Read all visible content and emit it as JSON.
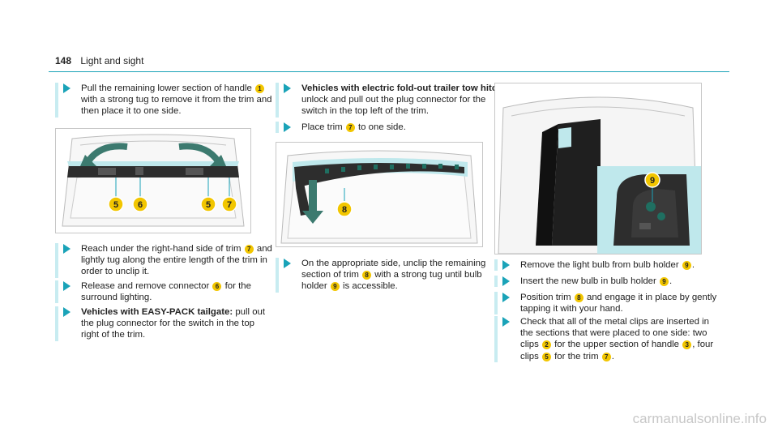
{
  "header": {
    "page_number": "148",
    "section": "Light and sight"
  },
  "steps": {
    "s1": {
      "pre": "Pull the remaining lower section of handle",
      "c1": "1",
      "post": "with a strong tug to remove it from the trim and then place it to one side."
    },
    "s2": {
      "pre": "Reach under the right-hand side of trim",
      "c1": "7",
      "post": "and lightly tug along the entire length of the trim in order to unclip it."
    },
    "s3": {
      "pre": "Release and remove connector",
      "c1": "6",
      "post": "for the surround lighting."
    },
    "s4": {
      "bold": "Vehicles with EASY-PACK tailgate:",
      "post": "pull out the plug connector for the switch in the top right of the trim."
    },
    "s5": {
      "bold": "Vehicles with electric fold-out trailer tow hitch:",
      "post": "unlock and pull out the plug connector for the switch in the top left of the trim."
    },
    "s6": {
      "pre": "Place trim",
      "c1": "7",
      "post": "to one side."
    },
    "s7": {
      "pre": "On the appropriate side, unclip the remaining section of trim",
      "c1": "8",
      "mid": "with a strong tug until bulb holder",
      "c2": "9",
      "post": "is accessible."
    },
    "s8": {
      "pre": "Remove the light bulb from bulb holder",
      "c1": "9",
      "post": "."
    },
    "s9": {
      "pre": "Insert the new bulb in bulb holder",
      "c1": "9",
      "post": "."
    },
    "s10": {
      "pre": "Position trim",
      "c1": "8",
      "post": "and engage it in place by gently tapping it with your hand."
    },
    "s11": {
      "pre": "Check that all of the metal clips are inserted in the sections that were placed to one side: two clips",
      "c1": "2",
      "mid": "for the upper section of handle",
      "c2": "3",
      "mid2": ", four clips",
      "c3": "5",
      "mid3": "for the trim",
      "c4": "7",
      "post": "."
    }
  },
  "figures": {
    "fig1": {
      "callouts": [
        "5",
        "6",
        "5",
        "7"
      ]
    },
    "fig2": {
      "callouts": [
        "8"
      ]
    },
    "fig3": {
      "callouts": [
        "9"
      ]
    }
  },
  "watermark": "carmanualsonline.info",
  "colors": {
    "accent": "#1aa3b8",
    "callout": "#f2c600",
    "fig_highlight": "#bfe8ec"
  }
}
